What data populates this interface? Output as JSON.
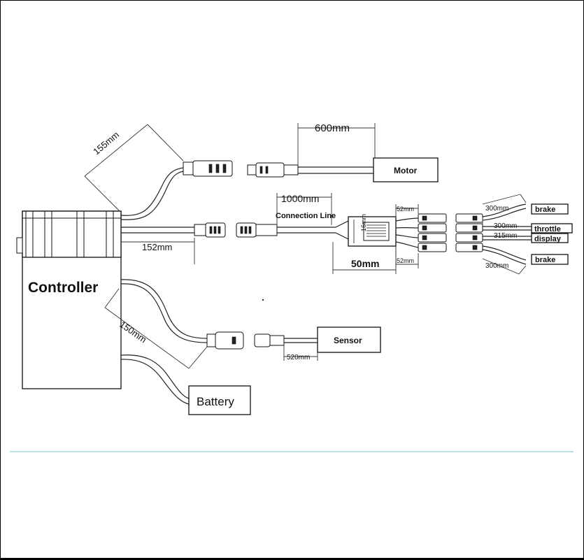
{
  "diagram": {
    "controller": "Controller",
    "battery": "Battery",
    "motor": "Motor",
    "sensor": "Sensor",
    "connection_line": "Connection Line",
    "brake_top": "brake",
    "throttle": "throttle",
    "display": "display",
    "brake_bottom": "brake"
  },
  "dimensions": {
    "d155": "155mm",
    "d600": "600mm",
    "d1000": "1000mm",
    "d152": "152mm",
    "d150": "150mm",
    "d520": "520mm",
    "d50": "50mm",
    "d16": "16mm",
    "d52_top": "52mm",
    "d52_bottom": "52mm",
    "d300_brake_top": "300mm",
    "d300_throttle": "300mm",
    "d315_display": "315mm",
    "d300_brake_bottom": "300mm"
  },
  "colors": {
    "line": "#222222",
    "divider": "#8fd0dc"
  }
}
